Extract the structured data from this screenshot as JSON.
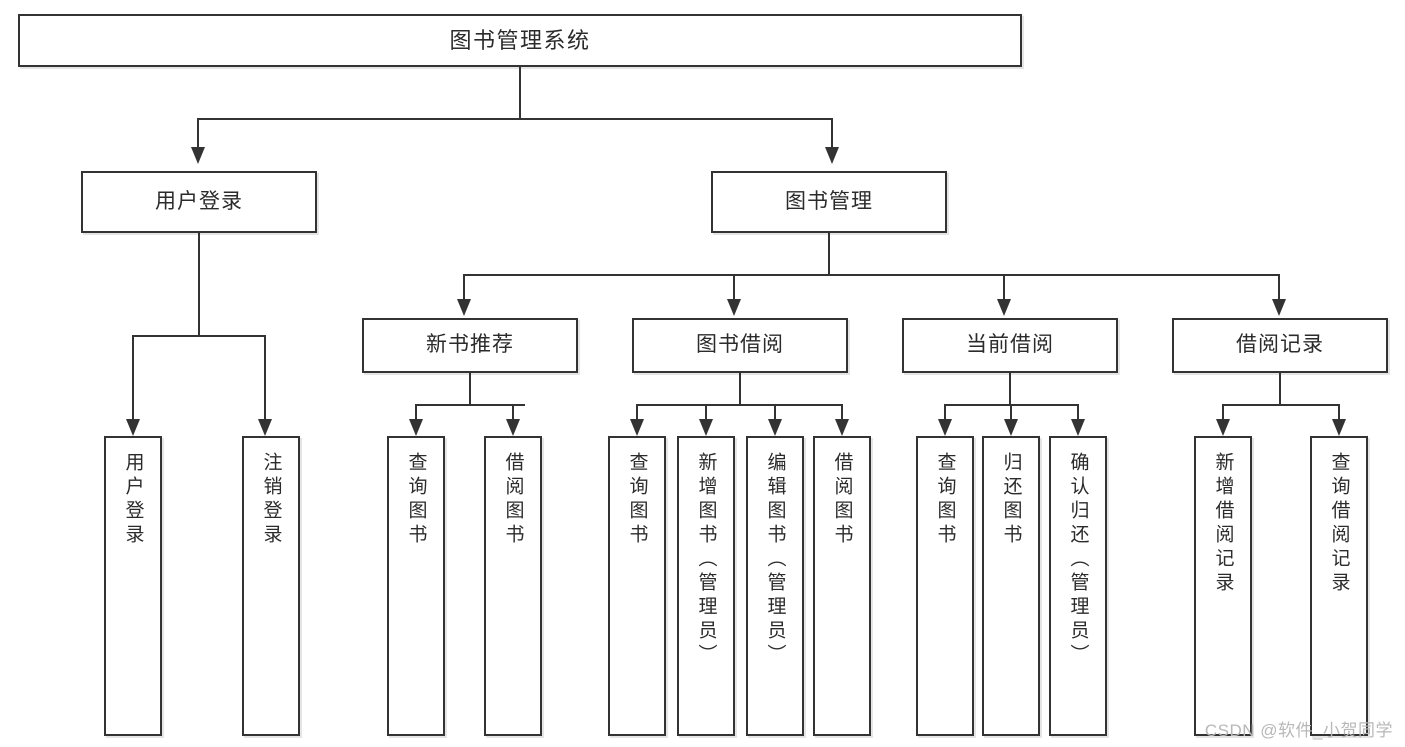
{
  "diagram": {
    "title": "图书管理系统",
    "type": "tree",
    "watermark": "CSDN @软件_小贺同学",
    "colors": {
      "border": "#333333",
      "background": "#ffffff",
      "text": "#2b2b2b",
      "watermark": "#b8b8b8"
    },
    "levels": {
      "root": {
        "label": "图书管理系统"
      },
      "level2": [
        {
          "label": "用户登录"
        },
        {
          "label": "图书管理"
        }
      ],
      "level3": [
        {
          "label": "新书推荐"
        },
        {
          "label": "图书借阅"
        },
        {
          "label": "当前借阅"
        },
        {
          "label": "借阅记录"
        }
      ],
      "leaves": [
        {
          "label": "用户登录",
          "parent": "用户登录"
        },
        {
          "label": "注销登录",
          "parent": "用户登录"
        },
        {
          "label": "查询图书",
          "parent": "新书推荐"
        },
        {
          "label": "借阅图书",
          "parent": "新书推荐"
        },
        {
          "label": "查询图书",
          "parent": "图书借阅"
        },
        {
          "label": "新增图书（管理员）",
          "parent": "图书借阅"
        },
        {
          "label": "编辑图书（管理员）",
          "parent": "图书借阅"
        },
        {
          "label": "借阅图书",
          "parent": "图书借阅"
        },
        {
          "label": "查询图书",
          "parent": "当前借阅"
        },
        {
          "label": "归还图书",
          "parent": "当前借阅"
        },
        {
          "label": "确认归还（管理员）",
          "parent": "当前借阅"
        },
        {
          "label": "新增借阅记录",
          "parent": "借阅记录"
        },
        {
          "label": "查询借阅记录",
          "parent": "借阅记录"
        }
      ]
    }
  }
}
